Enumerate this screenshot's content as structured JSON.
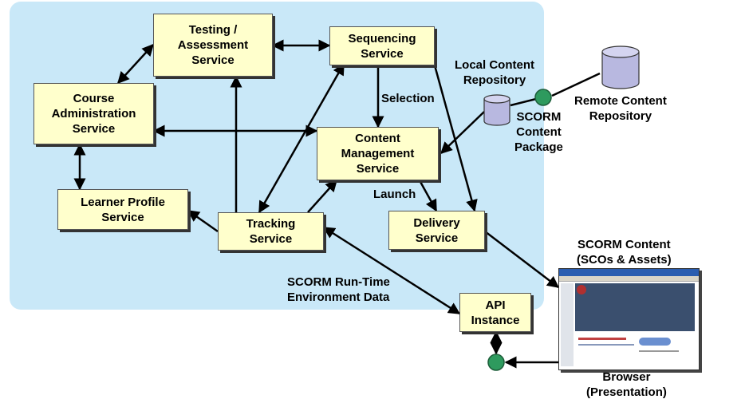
{
  "services": {
    "testing": "Testing /\nAssessment\nService",
    "sequencing": "Sequencing\nService",
    "course_admin": "Course\nAdministration\nService",
    "content_mgmt": "Content\nManagement\nService",
    "learner_profile": "Learner Profile\nService",
    "tracking": "Tracking\nService",
    "delivery": "Delivery\nService",
    "api_instance": "API\nInstance"
  },
  "labels": {
    "selection": "Selection",
    "launch": "Launch",
    "local_repo": "Local Content\nRepository",
    "remote_repo": "Remote Content\nRepository",
    "scorm_package": "SCORM\nContent\nPackage",
    "runtime_data": "SCORM Run-Time\nEnvironment Data",
    "scorm_content": "SCORM Content\n(SCOs & Assets)",
    "browser": "Browser\n(Presentation)"
  },
  "colors": {
    "panel": "#c9e8f8",
    "box_fill": "#ffffcc",
    "connector_node": "#2e9a5e",
    "repository": "#b8b8e0"
  }
}
